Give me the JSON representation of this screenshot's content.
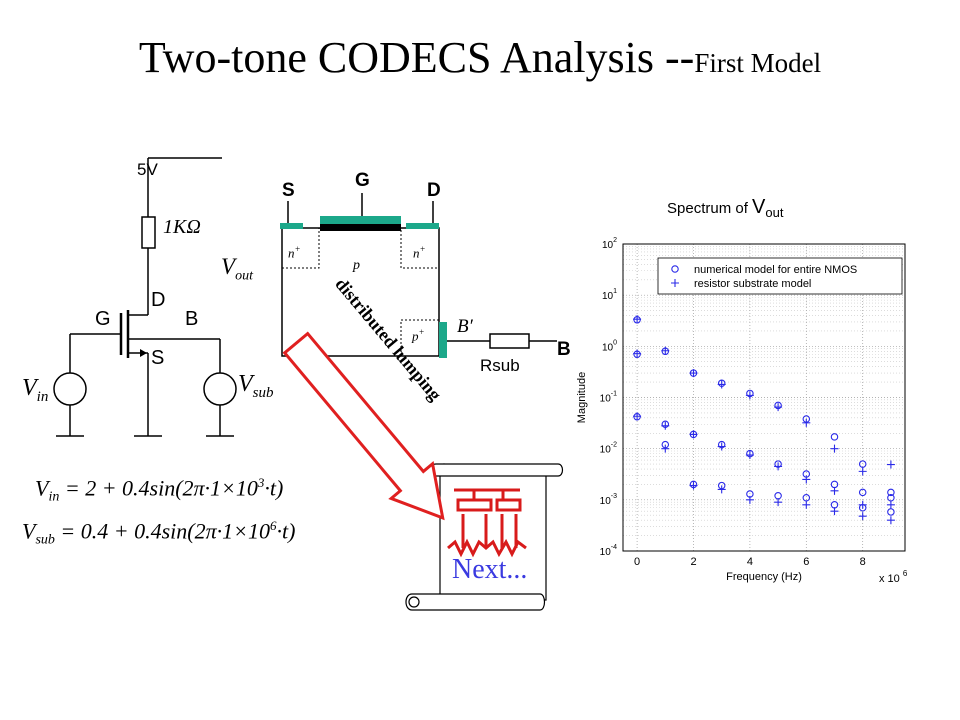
{
  "title": {
    "main": "Two-tone CODECS Analysis --",
    "sub": "First Model"
  },
  "circuit": {
    "supply": "5V",
    "resistor": "1KΩ",
    "gate": "G",
    "drain": "D",
    "source": "S",
    "bulk": "B",
    "vin_main": "V",
    "vin_sub": "in",
    "vsub_main": "V",
    "vsub_sub": "sub"
  },
  "equations": {
    "vin": "V_in = 2 + 0.4 sin(2π·1×10³·t)",
    "vsub": "V_sub = 0.4 + 0.4 sin(2π·1×10⁶·t)",
    "vin_lhs": "V",
    "vin_lhs_sub": "in",
    "vin_rhs": " = 2 + 0.4sin(2π·1×10",
    "vin_exp": "3",
    "vin_end": "·t)",
    "vsub_lhs": "V",
    "vsub_lhs_sub": "sub",
    "vsub_rhs": " = 0.4 + 0.4sin(2π·1×10",
    "vsub_exp": "6",
    "vsub_end": "·t)"
  },
  "device": {
    "source": "S",
    "gate": "G",
    "drain": "D",
    "n_left": "n",
    "n_right": "n",
    "plus": "+",
    "p_body": "p",
    "p_plus": "p",
    "bprime": "B′",
    "vout_main": "V",
    "vout_sub": "out",
    "rsub": "Rsub",
    "bulk": "B"
  },
  "arrow_text": "distributed lumping",
  "scroll_text": "Next...",
  "spectrum_label": {
    "prefix": "Spectrum of",
    "var": "V",
    "sub": "out"
  },
  "chart_data": {
    "type": "scatter",
    "xlabel": "Frequency (Hz)",
    "ylabel": "Magnitude",
    "x_scale_label": "x 10",
    "x_scale_exp": "6",
    "xlim": [
      -0.5,
      9.5
    ],
    "ylim_log10": [
      -4,
      2
    ],
    "x_ticks": [
      "0",
      "2",
      "4",
      "6",
      "8"
    ],
    "y_ticks": [
      {
        "base": "10",
        "exp": "2"
      },
      {
        "base": "10",
        "exp": "1"
      },
      {
        "base": "10",
        "exp": "0"
      },
      {
        "base": "10",
        "exp": "-1"
      },
      {
        "base": "10",
        "exp": "-2"
      },
      {
        "base": "10",
        "exp": "-3"
      },
      {
        "base": "10",
        "exp": "-4"
      }
    ],
    "grid": true,
    "legend_position": "top-right",
    "marker_color": "#2a2ae8",
    "series": [
      {
        "name": "numerical model for entire NMOS",
        "marker": "circle",
        "points": [
          [
            0,
            3.3
          ],
          [
            0,
            0.7
          ],
          [
            0,
            0.042
          ],
          [
            1,
            0.8
          ],
          [
            1,
            0.03
          ],
          [
            1,
            0.012
          ],
          [
            2,
            0.3
          ],
          [
            2,
            0.019
          ],
          [
            2,
            0.002
          ],
          [
            3,
            0.19
          ],
          [
            3,
            0.012
          ],
          [
            3,
            0.0019
          ],
          [
            4,
            0.12
          ],
          [
            4,
            0.008
          ],
          [
            4,
            0.0013
          ],
          [
            5,
            0.07
          ],
          [
            5,
            0.005
          ],
          [
            5,
            0.0012
          ],
          [
            6,
            0.038
          ],
          [
            6,
            0.0032
          ],
          [
            6,
            0.0011
          ],
          [
            7,
            0.017
          ],
          [
            7,
            0.002
          ],
          [
            7,
            0.0008
          ],
          [
            8,
            0.005
          ],
          [
            8,
            0.0014
          ],
          [
            8,
            0.0007
          ],
          [
            9,
            0.0014
          ],
          [
            9,
            0.0011
          ],
          [
            9,
            0.00058
          ]
        ]
      },
      {
        "name": "resistor substrate model",
        "marker": "plus",
        "points": [
          [
            0,
            3.4
          ],
          [
            0,
            0.72
          ],
          [
            0,
            0.043
          ],
          [
            1,
            0.82
          ],
          [
            1,
            0.028
          ],
          [
            1,
            0.01
          ],
          [
            2,
            0.3
          ],
          [
            2,
            0.019
          ],
          [
            2,
            0.0019
          ],
          [
            3,
            0.18
          ],
          [
            3,
            0.011
          ],
          [
            3,
            0.0016
          ],
          [
            4,
            0.11
          ],
          [
            4,
            0.0075
          ],
          [
            4,
            0.001
          ],
          [
            5,
            0.065
          ],
          [
            5,
            0.0045
          ],
          [
            5,
            0.0009
          ],
          [
            6,
            0.032
          ],
          [
            6,
            0.0025
          ],
          [
            6,
            0.0008
          ],
          [
            7,
            0.01
          ],
          [
            7,
            0.0015
          ],
          [
            7,
            0.0006
          ],
          [
            8,
            0.0036
          ],
          [
            8,
            0.0008
          ],
          [
            8,
            0.00048
          ],
          [
            9,
            0.0049
          ],
          [
            9,
            0.0008
          ],
          [
            9,
            0.0004
          ]
        ]
      }
    ]
  }
}
